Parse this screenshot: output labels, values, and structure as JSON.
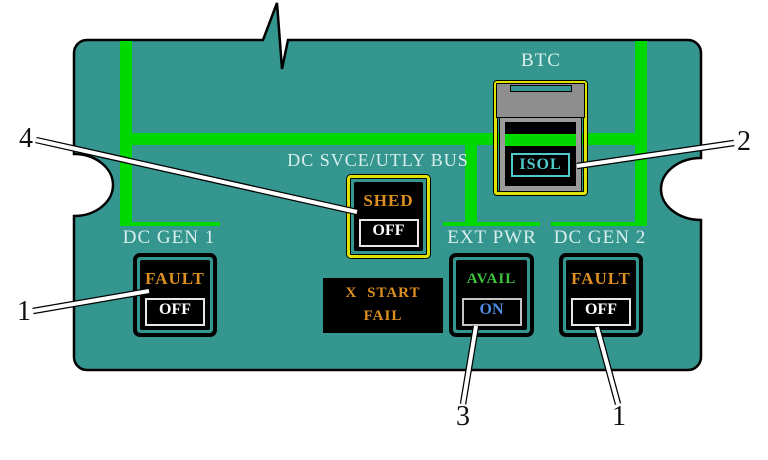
{
  "panel": {
    "labels": {
      "btc": "BTC",
      "svce_utly_bus": "DC SVCE/UTLY BUS",
      "dc_gen_1": "DC GEN 1",
      "ext_pwr": "EXT PWR",
      "dc_gen_2": "DC GEN 2"
    },
    "btc_switch": {
      "legend": "ISOL"
    },
    "shed_button": {
      "top": "SHED",
      "bottom": "OFF"
    },
    "gen1_button": {
      "top": "FAULT",
      "bottom": "OFF"
    },
    "ext_pwr_button": {
      "top": "AVAIL",
      "bottom": "ON"
    },
    "gen2_button": {
      "top": "FAULT",
      "bottom": "OFF"
    },
    "x_start_fail": {
      "line1": "X START",
      "line2": "FAIL"
    }
  },
  "callouts": {
    "c4": "4",
    "c1_left": "1",
    "c2": "2",
    "c3": "3",
    "c1_right": "1"
  },
  "colors": {
    "panel-teal": "#35968f",
    "bus-green": "#00d800",
    "annunciator-yellow": "#dfe300",
    "fault-orange": "#dd9020",
    "avail-green": "#3fc43f",
    "on-blue": "#4d8ce0",
    "isol-cyan": "#4fcaca",
    "label-cyan": "#d9efec",
    "btc-gray": "#8e8e8e"
  }
}
